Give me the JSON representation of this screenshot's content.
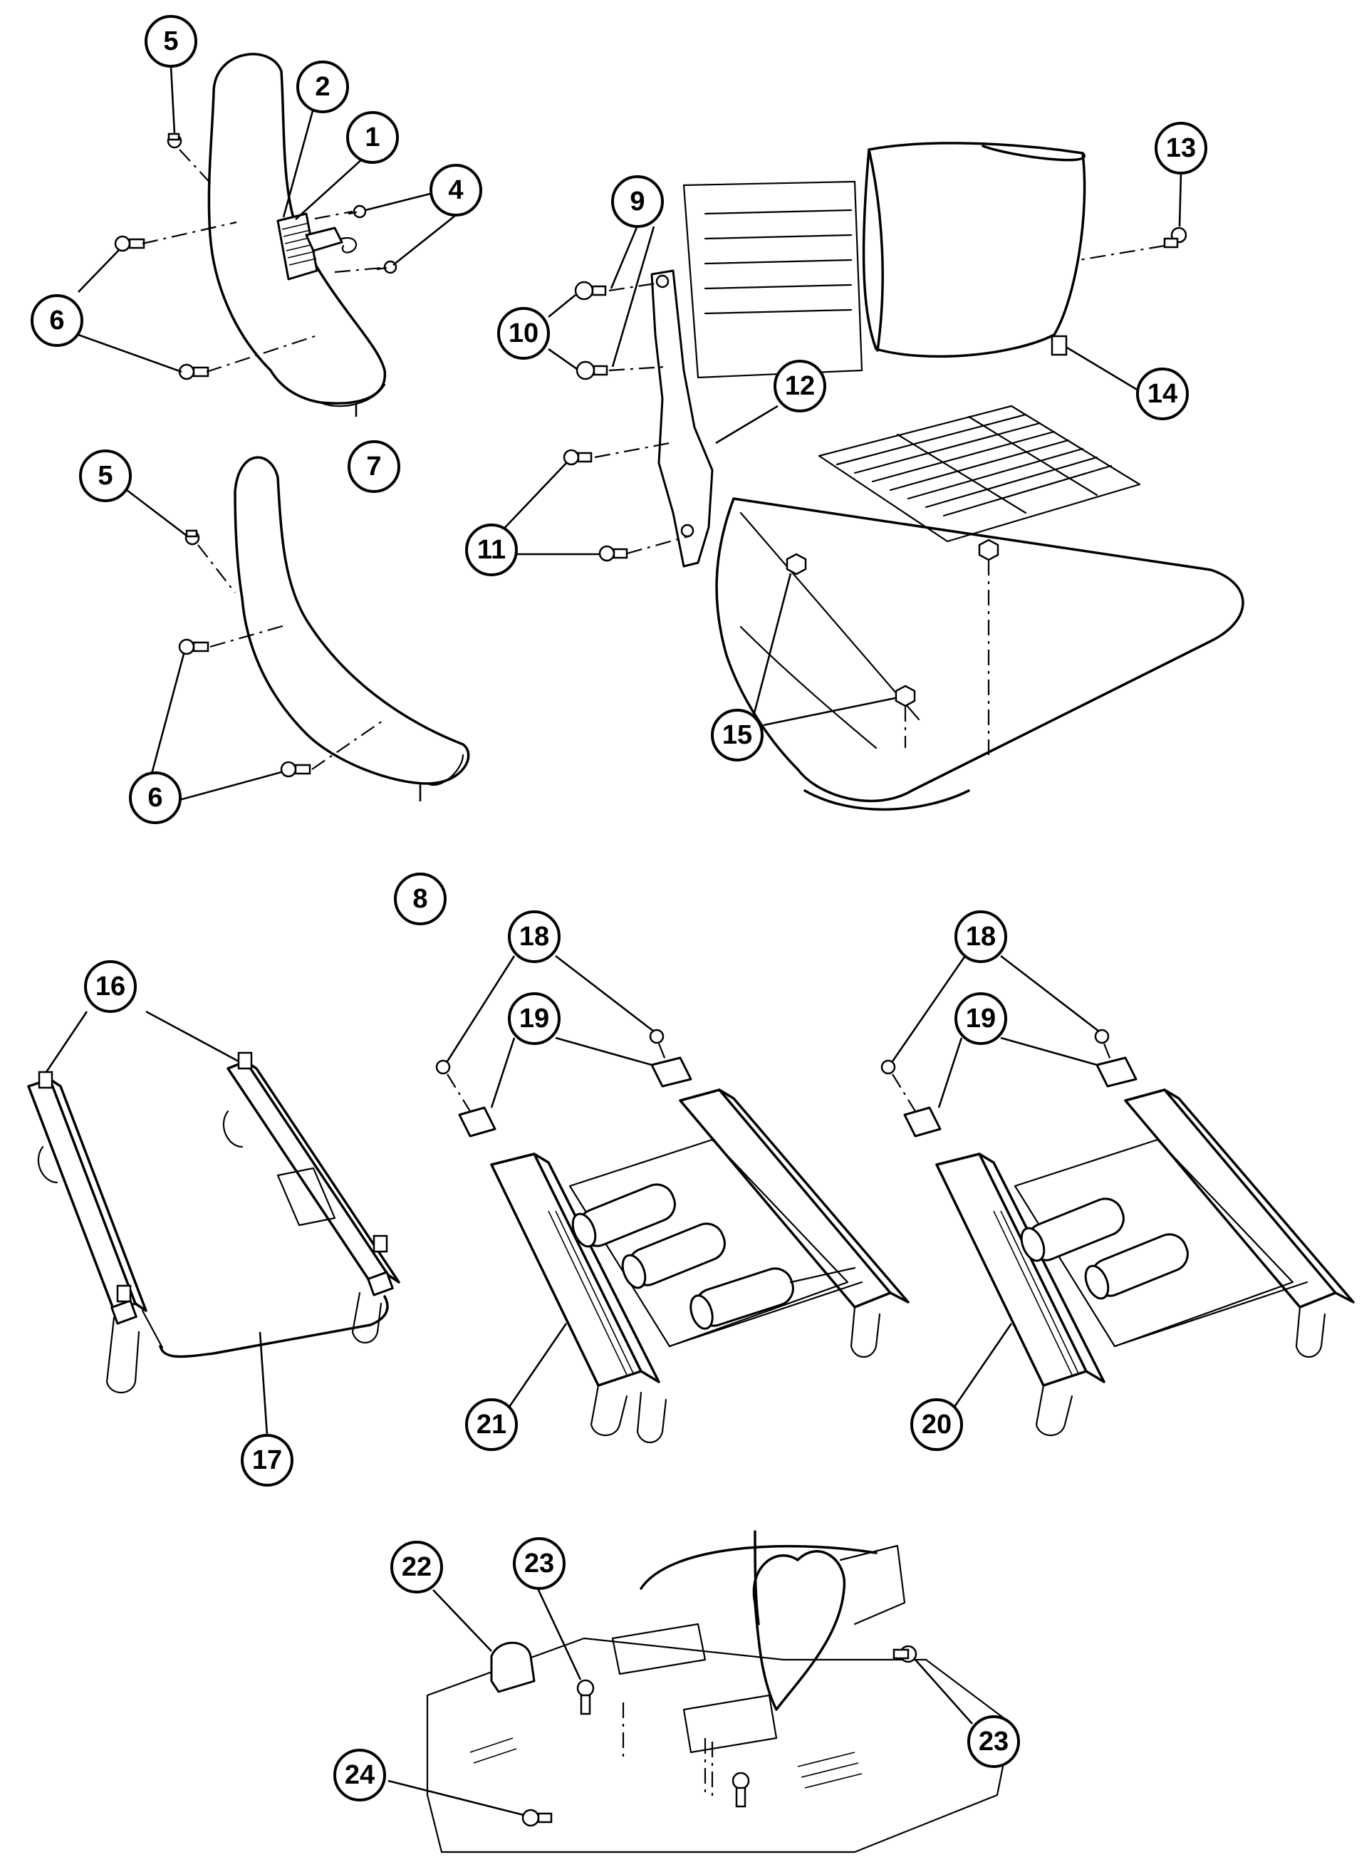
{
  "callouts": [
    {
      "id": "c5a",
      "label": "5"
    },
    {
      "id": "c2",
      "label": "2"
    },
    {
      "id": "c1",
      "label": "1"
    },
    {
      "id": "c4",
      "label": "4"
    },
    {
      "id": "c6a",
      "label": "6"
    },
    {
      "id": "c7",
      "label": "7"
    },
    {
      "id": "c5b",
      "label": "5"
    },
    {
      "id": "c6b",
      "label": "6"
    },
    {
      "id": "c8",
      "label": "8"
    },
    {
      "id": "c9",
      "label": "9"
    },
    {
      "id": "c10",
      "label": "10"
    },
    {
      "id": "c11",
      "label": "11"
    },
    {
      "id": "c12",
      "label": "12"
    },
    {
      "id": "c13",
      "label": "13"
    },
    {
      "id": "c14",
      "label": "14"
    },
    {
      "id": "c15",
      "label": "15"
    },
    {
      "id": "c16",
      "label": "16"
    },
    {
      "id": "c17",
      "label": "17"
    },
    {
      "id": "c18a",
      "label": "18"
    },
    {
      "id": "c19a",
      "label": "19"
    },
    {
      "id": "c21",
      "label": "21"
    },
    {
      "id": "c18b",
      "label": "18"
    },
    {
      "id": "c19b",
      "label": "19"
    },
    {
      "id": "c20",
      "label": "20"
    },
    {
      "id": "c22",
      "label": "22"
    },
    {
      "id": "c23a",
      "label": "23"
    },
    {
      "id": "c23b",
      "label": "23"
    },
    {
      "id": "c24",
      "label": "24"
    }
  ]
}
